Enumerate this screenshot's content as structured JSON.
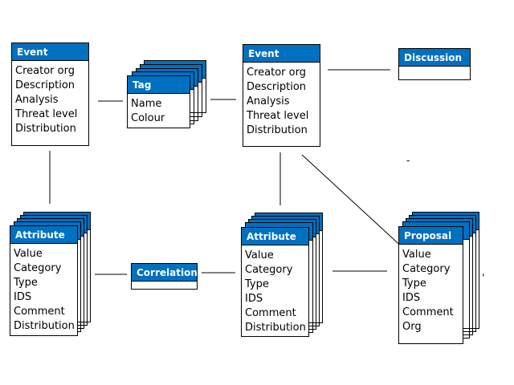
{
  "colors": {
    "header_fill": "#0070c0",
    "header_text": "#ffffff",
    "line": "#000000"
  },
  "event_left": {
    "title": "Event",
    "fields": [
      "Creator org",
      "Description",
      "Analysis",
      "Threat level",
      "Distribution"
    ]
  },
  "tag": {
    "title": "Tag",
    "fields": [
      "Name",
      "Colour"
    ]
  },
  "event_right": {
    "title": "Event",
    "fields": [
      "Creator org",
      "Description",
      "Analysis",
      "Threat level",
      "Distribution"
    ]
  },
  "discussion": {
    "title": "Discussion"
  },
  "attribute_left": {
    "title": "Attribute",
    "fields": [
      "Value",
      "Category",
      "Type",
      "IDS",
      "Comment",
      "Distribution"
    ]
  },
  "correlation": {
    "title": "Correlation"
  },
  "attribute_mid": {
    "title": "Attribute",
    "fields": [
      "Value",
      "Category",
      "Type",
      "IDS",
      "Comment",
      "Distribution"
    ]
  },
  "proposal": {
    "title": "Proposal",
    "fields": [
      "Value",
      "Category",
      "Type",
      "IDS",
      "Comment",
      "Org"
    ]
  },
  "marks": {
    "dash": "-",
    "tick": ","
  }
}
